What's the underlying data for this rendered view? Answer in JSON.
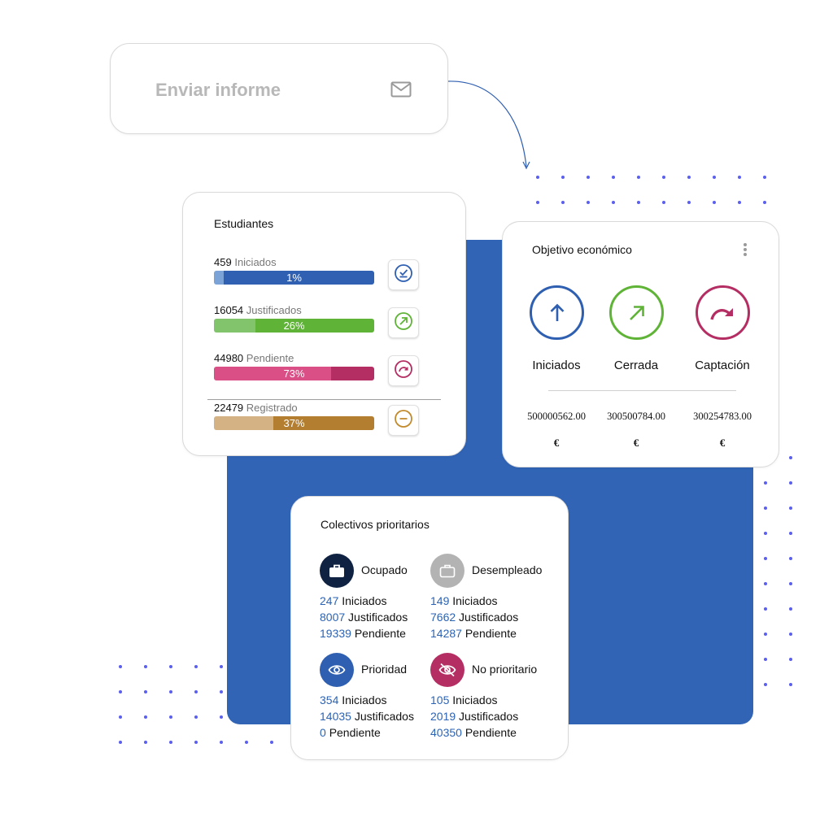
{
  "send_report": {
    "label": "Enviar informe",
    "icon": "mail-icon"
  },
  "students": {
    "title": "Estudiantes",
    "rows": [
      {
        "count": "459",
        "label": "Iniciados",
        "percent": "1%",
        "fraction": 0.01,
        "light": "#7ba3d8",
        "dark": "#2f60b2",
        "icon": "check-underline-icon",
        "icon_color": "#2f60b2"
      },
      {
        "count": "16054",
        "label": "Justificados",
        "percent": "26%",
        "fraction": 0.26,
        "light": "#82c46b",
        "dark": "#5fb336",
        "icon": "arrow-up-right-icon",
        "icon_color": "#5fb336"
      },
      {
        "count": "44980",
        "label": "Pendiente",
        "percent": "73%",
        "fraction": 0.73,
        "light": "#d94f86",
        "dark": "#b52e63",
        "icon": "redo-arrow-icon",
        "icon_color": "#b52e63"
      },
      {
        "count": "22479",
        "label": "Registrado",
        "percent": "37%",
        "fraction": 0.37,
        "light": "#d4b283",
        "dark": "#b37e30",
        "icon": "minus-circle-icon",
        "icon_color": "#c28a2c"
      }
    ]
  },
  "economic": {
    "title": "Objetivo económico",
    "menu_icon": "more-vertical-icon",
    "items": [
      {
        "label": "Iniciados",
        "value": "500000562.00",
        "currency": "€",
        "icon": "arrow-up-icon",
        "color": "#2f5fb1"
      },
      {
        "label": "Cerrada",
        "value": "300500784.00",
        "currency": "€",
        "icon": "arrow-up-right-icon",
        "color": "#5fb336"
      },
      {
        "label": "Captación",
        "value": "300254783.00",
        "currency": "€",
        "icon": "redo-arrow-icon",
        "color": "#b52e63"
      }
    ]
  },
  "priority": {
    "title": "Colectivos prioritarios",
    "groups": [
      {
        "title": "Ocupado",
        "icon": "briefcase-icon",
        "icon_bg": "#0f2242",
        "lines": [
          {
            "num": "247",
            "label": "Iniciados"
          },
          {
            "num": "8007",
            "label": "Justificados"
          },
          {
            "num": "19339",
            "label": "Pendiente"
          }
        ]
      },
      {
        "title": "Desempleado",
        "icon": "briefcase-outline-icon",
        "icon_bg": "#b3b3b3",
        "lines": [
          {
            "num": "149",
            "label": "Iniciados"
          },
          {
            "num": "7662",
            "label": "Justificados"
          },
          {
            "num": "14287",
            "label": "Pendiente"
          }
        ]
      },
      {
        "title": "Prioridad",
        "icon": "eye-icon",
        "icon_bg": "#2f5fb1",
        "lines": [
          {
            "num": "354",
            "label": "Iniciados"
          },
          {
            "num": "14035",
            "label": "Justificados"
          },
          {
            "num": "0",
            "label": "Pendiente"
          }
        ]
      },
      {
        "title": "No prioritario",
        "icon": "eye-off-icon",
        "icon_bg": "#b52e63",
        "lines": [
          {
            "num": "105",
            "label": "Iniciados"
          },
          {
            "num": "2019",
            "label": "Justificados"
          },
          {
            "num": "40350",
            "label": "Pendiente"
          }
        ]
      }
    ]
  },
  "colors": {
    "accent_blue": "#3164b5",
    "dot": "#5b5ff0"
  }
}
